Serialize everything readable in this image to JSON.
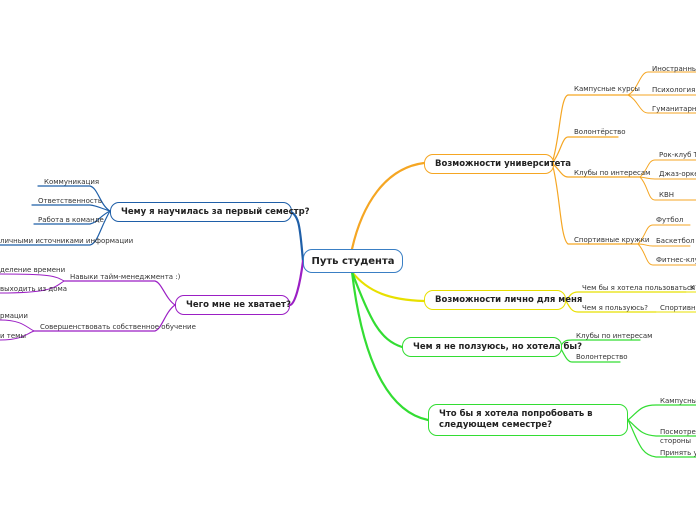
{
  "root": "Путь студента",
  "colors": {
    "orange": "#f5a623",
    "yellow": "#e8e000",
    "green": "#33dd33",
    "blue": "#1f5fa8",
    "purple": "#9b1fc4",
    "root_border": "#3a7fc4"
  },
  "branches": {
    "university": {
      "title": "Возможности университета",
      "courses": {
        "label": "Кампусные курсы",
        "items": [
          "Иностранные я",
          "Психология",
          "Гуманитарные"
        ]
      },
      "volunteer": "Волонтёрство",
      "clubs": {
        "label": "Клубы по интересам",
        "items": [
          "Рок-клуб ТГУ",
          "Джаз-оркестр",
          "КВН"
        ]
      },
      "sports": {
        "label": "Спортивные кружки",
        "items": [
          "Футбол",
          "Баскетбол",
          "Фитнес-клуб"
        ]
      }
    },
    "personal": {
      "title": "Возможности лично для меня",
      "q1": "Чем бы я хотела пользоваться?",
      "q1_child": "К",
      "q2": "Чем я пользуюсь?",
      "q2_child": "Спортивный"
    },
    "notused": {
      "title": "Чем я не ползуюсь, но хотела бы?",
      "items": [
        "Клубы по интересам",
        "Волонтерство"
      ]
    },
    "nextsem": {
      "title": "Что бы я хотела попробовать в следующем семестре?",
      "items": [
        "Кампусные к",
        "Посмотреть",
        "стороны",
        "Принять уча"
      ]
    },
    "learned": {
      "title": "Чему я научилась за первый семестр?",
      "items": [
        "Коммуникация",
        "Ответственность",
        "Работа в команде",
        "личными источниками информации"
      ]
    },
    "lacking": {
      "title": "Чего мне не хватает?",
      "time": {
        "label": "Навыки тайм-менеджмента :)",
        "items": [
          "деление времени",
          "выходить из дома"
        ]
      },
      "self": {
        "label": "Совершенствовать собственное обучение",
        "items": [
          "рмации",
          "и темы"
        ]
      }
    }
  }
}
